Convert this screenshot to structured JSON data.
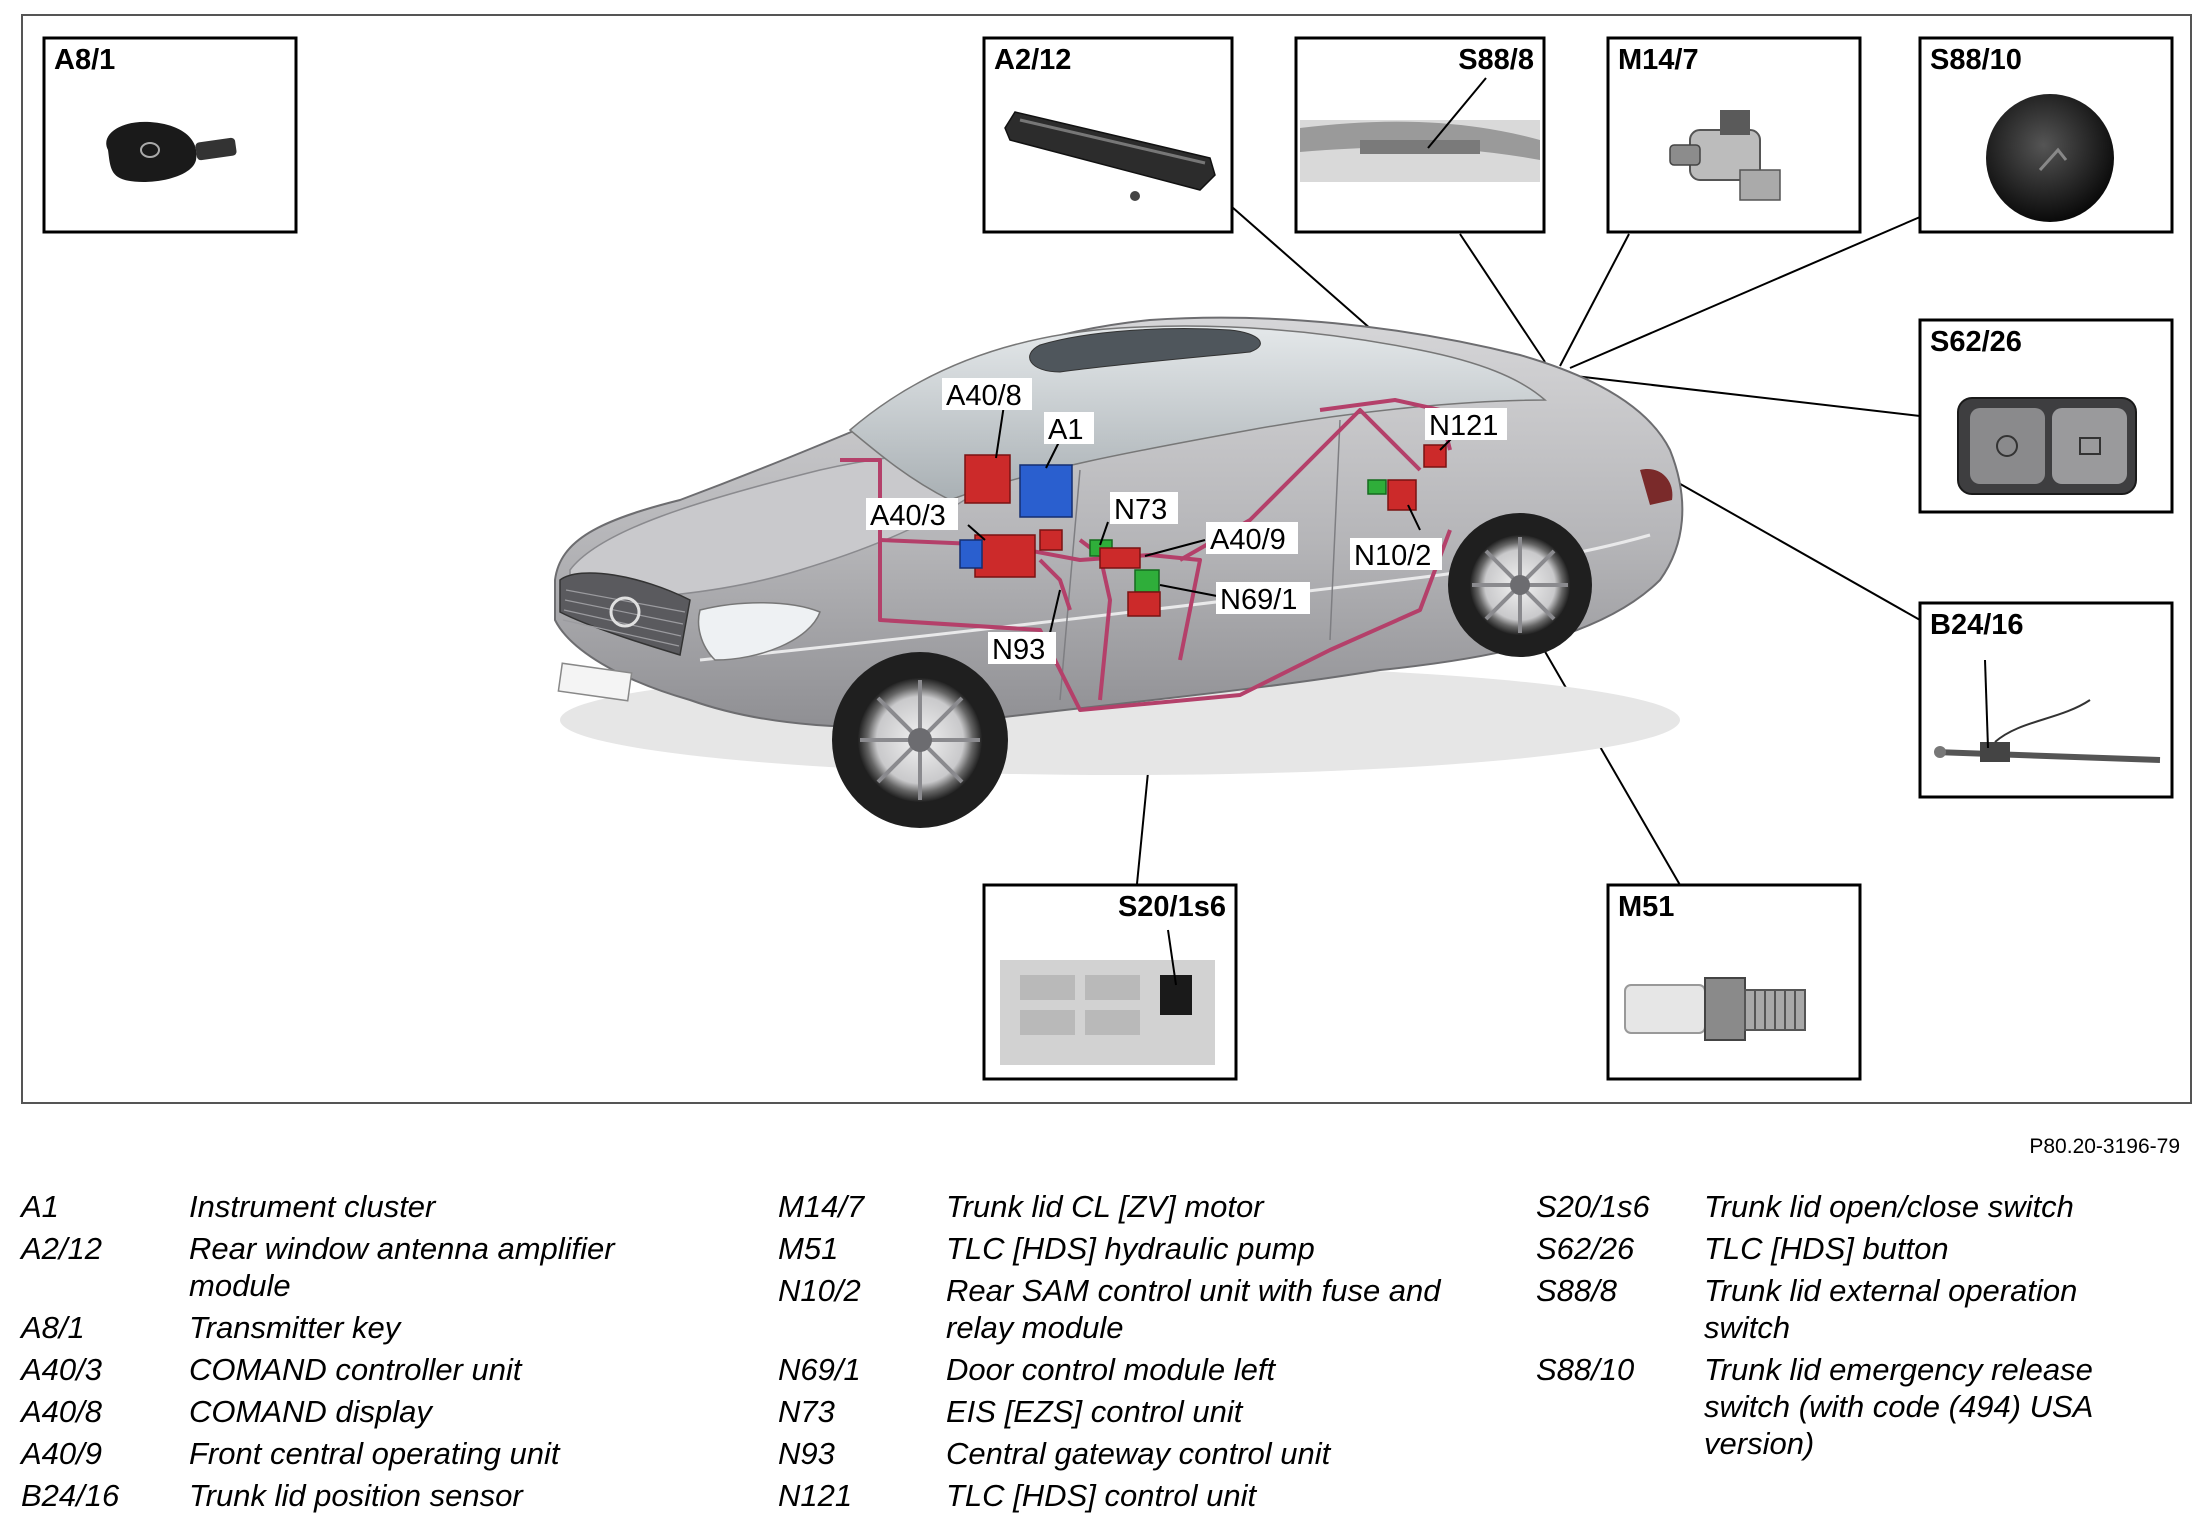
{
  "diagram": {
    "component_boxes": {
      "a8_1": "A8/1",
      "a2_12": "A2/12",
      "s88_8": "S88/8",
      "m14_7": "M14/7",
      "s88_10": "S88/10",
      "s62_26": "S62/26",
      "b24_16": "B24/16",
      "s20_1s6": "S20/1s6",
      "m51": "M51"
    },
    "car_labels": {
      "a40_8": "A40/8",
      "a1": "A1",
      "a40_3": "A40/3",
      "n73": "N73",
      "a40_9": "A40/9",
      "n121": "N121",
      "n10_2": "N10/2",
      "n69_1": "N69/1",
      "n93": "N93"
    },
    "reference_code": "P80.20-3196-79",
    "colors": {
      "wiring": "#b4406a",
      "red_module": "#cc2a2a",
      "blue_module": "#2a5fcf",
      "green_module": "#2fae3a",
      "car_body": "#b8b8ba"
    }
  },
  "legend": {
    "col1": [
      {
        "code": "A1",
        "desc": "Instrument cluster"
      },
      {
        "code": "A2/12",
        "desc": "Rear window antenna amplifier module"
      },
      {
        "code": "A8/1",
        "desc": "Transmitter key"
      },
      {
        "code": "A40/3",
        "desc": "COMAND controller unit"
      },
      {
        "code": "A40/8",
        "desc": "COMAND display"
      },
      {
        "code": "A40/9",
        "desc": "Front central operating unit"
      },
      {
        "code": "B24/16",
        "desc": "Trunk lid position sensor"
      }
    ],
    "col2": [
      {
        "code": "M14/7",
        "desc": "Trunk lid CL [ZV] motor"
      },
      {
        "code": "M51",
        "desc": "TLC [HDS] hydraulic pump"
      },
      {
        "code": "N10/2",
        "desc": "Rear SAM control unit with fuse and relay module"
      },
      {
        "code": "N69/1",
        "desc": "Door control module left"
      },
      {
        "code": "N73",
        "desc": "EIS [EZS] control unit"
      },
      {
        "code": "N93",
        "desc": "Central gateway control unit"
      },
      {
        "code": "N121",
        "desc": "TLC [HDS] control unit"
      }
    ],
    "col3": [
      {
        "code": "S20/1s6",
        "desc": "Trunk lid open/close switch"
      },
      {
        "code": "S62/26",
        "desc": "TLC [HDS] button"
      },
      {
        "code": "S88/8",
        "desc": "Trunk lid external operation switch"
      },
      {
        "code": "S88/10",
        "desc": "Trunk lid emergency release switch (with code (494) USA version)"
      }
    ]
  }
}
